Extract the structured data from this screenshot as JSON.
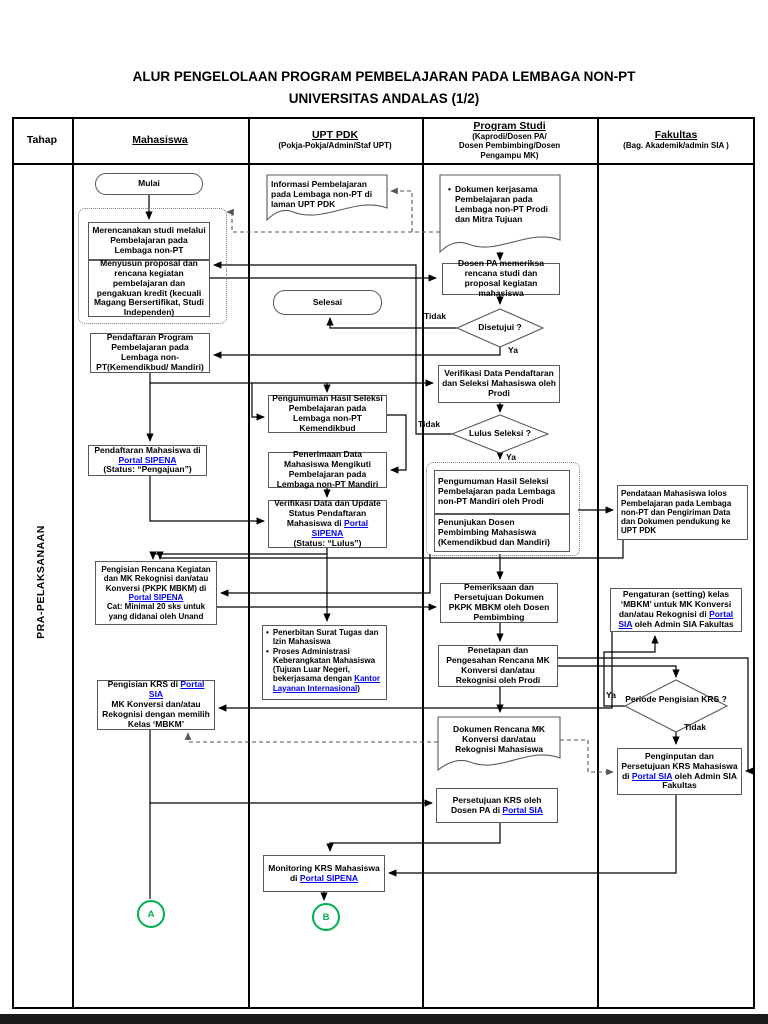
{
  "title": {
    "line1": "ALUR PENGELOLAAN PROGRAM PEMBELAJARAN PADA LEMBAGA NON-PT",
    "line2": "UNIVERSITAS ANDALAS (1/2)"
  },
  "header": {
    "tahap": "Tahap",
    "mahasiswa": "Mahasiswa",
    "upt_title": "UPT PDK",
    "upt_sub": "(Pokja-Pokja/Admin/Staf UPT)",
    "prodi_title": "Program Studi",
    "prodi_sub1": "(Kaprodi/Dosen PA/",
    "prodi_sub2": "Dosen Pembimbing/Dosen",
    "prodi_sub3": "Pengampu MK)",
    "fakultas_title": "Fakultas",
    "fakultas_sub": "(Bag. Akademik/admin SIA )"
  },
  "stage_label": "PRA-PELAKSANAAN",
  "colors": {
    "link_blue": "#0000EE",
    "connector_green": "#00B050",
    "box_border_gray": "#595959",
    "line_black": "#000000",
    "dashed_gray": "#666666"
  },
  "nodes": {
    "m_start": "Mulai",
    "m_plan": "Merencanakan studi melalui Pembelajaran pada Lembaga non-PT",
    "m_proposal": "Menyusun proposal dan rencana kegiatan pembelajaran dan pengakuan kredit (kecuali Magang Bersertifikat, Studi Independen)",
    "m_daftar_program": "Pendaftaran Program Pembelajaran pada Lembaga non-PT(Kemendikbud/ Mandiri)",
    "m_daftar_sipena": {
      "pre": "Pendaftaran Mahasiswa di ",
      "link": "Portal SIPENA",
      "post": "(Status: “Pengajuan”)"
    },
    "m_pkpk": {
      "pre": "Pengisian Rencana Kegiatan dan MK Rekognisi dan/atau Konversi (PKPK MBKM) di ",
      "link": "Portal SIPENA",
      "post": "Cat: Minimal 20 sks untuk yang didanai oleh Unand"
    },
    "m_krs": {
      "pre": "Pengisian KRS di ",
      "link": "Portal SIA",
      "post": "MK Konversi dan/atau Rekognisi dengan memilih Kelas ‘MBKM’"
    },
    "u_info": "Informasi Pembelajaran pada Lembaga non-PT di laman UPT PDK",
    "u_selesai": "Selesai",
    "u_pengumuman": "Pengumuman Hasil Seleksi Pembelajaran pada Lembaga non-PT Kemendikbud",
    "u_penerimaan": "Penerimaan Data Mahasiswa Mengikuti Pembelajaran pada Lembaga non-PT Mandiri",
    "u_verifikasi": {
      "pre": "Verifikasi Data dan Update Status Pendaftaran Mahasiswa di ",
      "link": "Portal SIPENA",
      "post": "(Status: “Lulus”)"
    },
    "u_surat": {
      "bullet1": "Penerbitan Surat Tugas dan Izin Mahasiswa",
      "bullet2_pre": "Proses Administrasi Keberangkatan Mahasiswa (Tujuan Luar Negeri, bekerjasama dengan ",
      "bullet2_link": "Kantor Layanan Internasional",
      "bullet2_post": ")"
    },
    "u_monitoring": {
      "pre": "Monitoring KRS Mahasiswa di ",
      "link": "Portal SIPENA"
    },
    "p_dok_kerjasama": "Dokumen kerjasama Pembelajaran pada Lembaga non-PT Prodi dan Mitra Tujuan",
    "p_dosen_pa": "Dosen PA memeriksa rencana studi dan proposal kegiatan mahasiswa",
    "p_verifikasi": "Verifikasi Data Pendaftaran dan Seleksi Mahasiswa oleh Prodi",
    "p_pengumuman_mandiri": "Pengumuman Hasil Seleksi Pembelajaran pada Lembaga non-PT Mandiri oleh Prodi",
    "p_penunjukan": "Penunjukan Dosen Pembimbing Mahasiswa (Kemendikbud dan Mandiri)",
    "p_pemeriksaan": "Pemeriksaan dan Persetujuan Dokumen PKPK MBKM oleh Dosen Pembimbing",
    "p_penetapan": "Penetapan dan Pengesahan Rencana MK Konversi dan/atau Rekognisi oleh Prodi",
    "p_dok_rencana": "Dokumen Rencana MK Konversi dan/atau Rekognisi Mahasiswa",
    "p_persetujuan_krs": {
      "pre": "Persetujuan KRS oleh Dosen PA di ",
      "link": "Portal SIA"
    },
    "f_pendataan": "Pendataan Mahasiswa lolos Pembelajaran pada Lembaga non-PT dan Pengiriman Data dan Dokumen pendukung ke UPT PDK",
    "f_pengaturan": {
      "pre": "Pengaturan (setting) kelas ‘MBKM’ untuk MK Konversi dan/atau Rekognisi di ",
      "link": "Portal SIA",
      "post": " oleh Admin SIA Fakultas"
    },
    "f_penginputan": {
      "pre": "Penginputan dan Persetujuan KRS Mahasiswa di ",
      "link": "Portal SIA",
      "post": " oleh Admin SIA Fakultas"
    }
  },
  "decisions": {
    "disetujui": "Disetujui ?",
    "lulus_seleksi": "Lulus Seleksi ?",
    "periode_krs": "Periode Pengisian KRS ?"
  },
  "labels": {
    "ya": "Ya",
    "tidak": "Tidak",
    "connector_a": "A",
    "connector_b": "B"
  }
}
